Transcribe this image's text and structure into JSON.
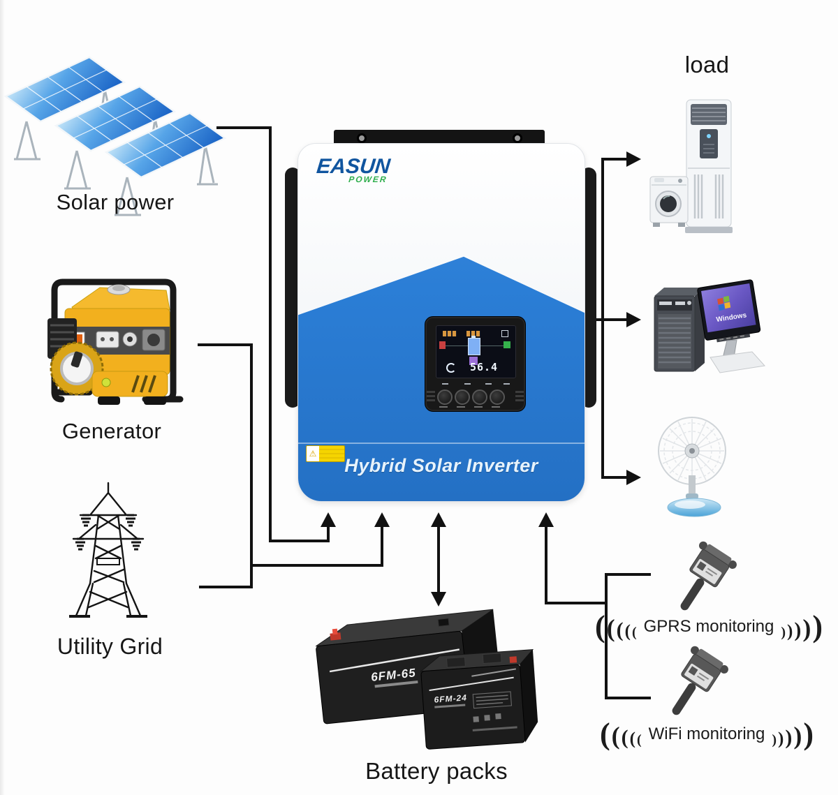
{
  "labels": {
    "solar": "Solar power",
    "generator": "Generator",
    "utility": "Utility Grid",
    "load": "load",
    "battery": "Battery packs",
    "gprs": "GPRS monitoring",
    "wifi": "WiFi monitoring"
  },
  "inverter": {
    "brand": {
      "easun": "EASUN",
      "power": "POWER"
    },
    "product_label": "Hybrid Solar Inverter",
    "display": {
      "main_value": "56.4"
    },
    "colors": {
      "body_blue": "#2b7ed6",
      "brand_blue": "#10559f",
      "brand_green": "#2fae4d",
      "label_text": "#e7f3fc",
      "wire": "#111111"
    }
  },
  "computer": {
    "screen_text": "Windows"
  },
  "batteries": {
    "large_model": "6FM-65",
    "small_model": "6FM-24"
  },
  "icons": {
    "caution": "⚠",
    "waves_left": "(((((",
    "waves_right": ")))))"
  }
}
